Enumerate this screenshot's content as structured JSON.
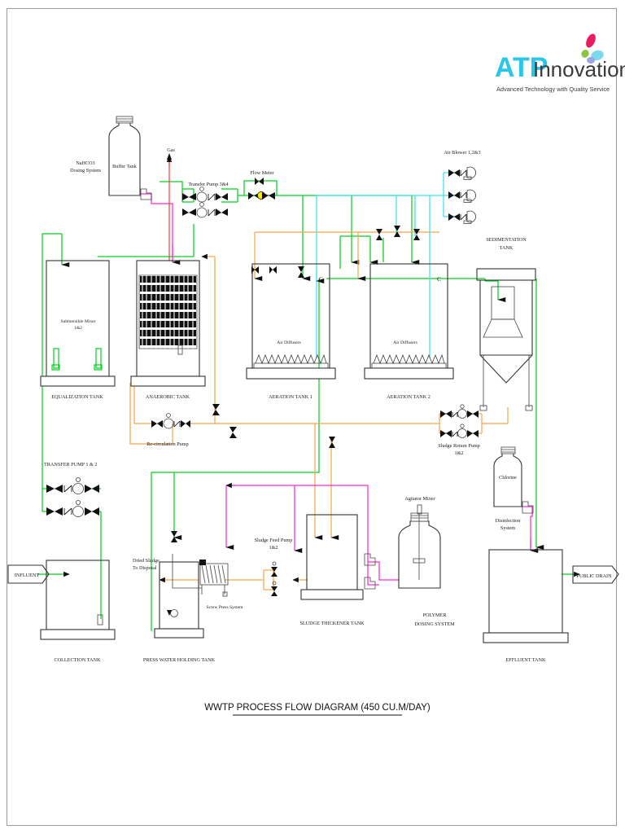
{
  "document": {
    "title": "WWTP PROCESS FLOW DIAGRAM (450 CU.M/DAY)",
    "logo": {
      "brand_primary": "ATP",
      "brand_secondary": "Innovations",
      "tagline": "Advanced Technology with Quality Service",
      "colors": {
        "primary": "#29c7e8",
        "secondary": "#3a3a3a",
        "accent_pink": "#ec1c5e",
        "accent_green": "#8cc63f",
        "accent_blue": "#7aa6dd"
      }
    }
  },
  "legend_colors": {
    "water_line": "#00d21e",
    "sludge_line": "#f7a54a",
    "air_line": "#40e0f0",
    "chemical_line": "#ff2ad4",
    "gas_line": "#ff4040",
    "equipment_outline": "#333333"
  },
  "flow_terminals": [
    {
      "id": "influent",
      "label": "INFLUENT"
    },
    {
      "id": "public-drain",
      "label": "PUBLIC DRAIN"
    }
  ],
  "tanks": [
    {
      "id": "collection-tank",
      "label": "COLLECTION TANK"
    },
    {
      "id": "equalization-tank",
      "label": "EQUALIZATION TANK",
      "inner_label": "Submersible Mixer\n1&2"
    },
    {
      "id": "anaerobic-tank",
      "label": "ANAEROBIC TANK"
    },
    {
      "id": "aeration-tank-1",
      "label": "AERATION TANK 1",
      "inner_label": "Air Diffusers"
    },
    {
      "id": "aeration-tank-2",
      "label": "AERATION TANK 2",
      "inner_label": "Air Diffusers"
    },
    {
      "id": "sedimentation-tank",
      "label": "SEDIMENTATION\nTANK"
    },
    {
      "id": "effluent-tank",
      "label": "EFFLUENT TANK"
    },
    {
      "id": "sludge-thickener-tank",
      "label": "SLUDGE THICKENER TANK"
    },
    {
      "id": "press-water-holding-tank",
      "label": "PRESS WATER HOLDING TANK"
    },
    {
      "id": "buffer-tank",
      "label": "Buffer Tank"
    }
  ],
  "tank_labels": {
    "collection": "COLLECTION TANK",
    "equalization": "EQUALIZATION TANK",
    "anaerobic": "ANAEROBIC TANK",
    "aeration1": "AERATION TANK 1",
    "aeration2": "AERATION TANK 2",
    "sedimentation_l1": "SEDIMENTATION",
    "sedimentation_l2": "TANK",
    "effluent": "EFFLUENT TANK",
    "thickener": "SLUDGE THICKENER TANK",
    "press_water": "PRESS WATER HOLDING TANK",
    "buffer": "Buffer Tank"
  },
  "equipment": {
    "nahco3_l1": "NaHCO3",
    "nahco3_l2": "Dosing System",
    "gas": "Gas",
    "transfer_pump_34": "Transfer Pump 3&4",
    "flow_meter": "Flow Meter",
    "air_blower": "Air Blower 1,2&3",
    "submersible_mixer_l1": "Submersible Mixer",
    "submersible_mixer_l2": "1&2",
    "air_diffusers_1": "Air Diffusers",
    "air_diffusers_2": "Air Diffusers",
    "recirculation_pump": "Re-circulation Pump",
    "sludge_return_pump_l1": "Sludge Return Pump",
    "sludge_return_pump_l2": "1&2",
    "transfer_pump_12": "TRANSFER PUMP 1 & 2",
    "dried_sludge_l1": "Dried Sludge",
    "dried_sludge_l2": "To Disposal",
    "screw_press": "Screw Press System",
    "sludge_feed_pump_l1": "Sludge Feed Pump",
    "sludge_feed_pump_l2": "1&2",
    "agitator_mixer": "Agitator Mixer",
    "polymer_l1": "POLYMER",
    "polymer_l2": "DOSING SYSTEM",
    "chlorine": "Chlorine",
    "disinfection_l1": "Disinfection",
    "disinfection_l2": "System",
    "connector_c1": "C",
    "connector_c2": "C"
  }
}
